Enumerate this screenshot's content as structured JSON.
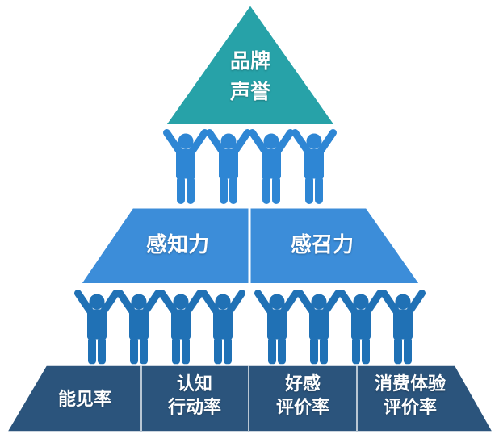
{
  "background_color": "#ffffff",
  "text_color": "#ffffff",
  "diagram": {
    "type": "pyramid-hierarchy",
    "levels": [
      {
        "name": "brand-reputation",
        "shape": "triangle",
        "color": "#27a2a8",
        "border_color": "#ffffff",
        "label_lines": [
          "品牌",
          "声誉"
        ]
      },
      {
        "name": "middle-capabilities",
        "shape": "trapezoid",
        "color": "#3c8dd9",
        "border_color": "#ffffff",
        "cells": [
          {
            "lines": [
              "感知力"
            ]
          },
          {
            "lines": [
              "感召力"
            ]
          }
        ]
      },
      {
        "name": "bottom-metrics",
        "shape": "trapezoid",
        "color": "#2b547c",
        "border_color": "#ffffff",
        "divider_color": "#b9c7d4",
        "cells": [
          {
            "lines": [
              "能见率"
            ]
          },
          {
            "lines": [
              "认知",
              "行动率"
            ]
          },
          {
            "lines": [
              "好感",
              "评价率"
            ]
          },
          {
            "lines": [
              "消费体验",
              "评价率"
            ]
          }
        ]
      }
    ],
    "people_rows": [
      {
        "count": 4,
        "color": "#2e86d4"
      },
      {
        "count": 8,
        "color": "#2071b5"
      }
    ]
  }
}
